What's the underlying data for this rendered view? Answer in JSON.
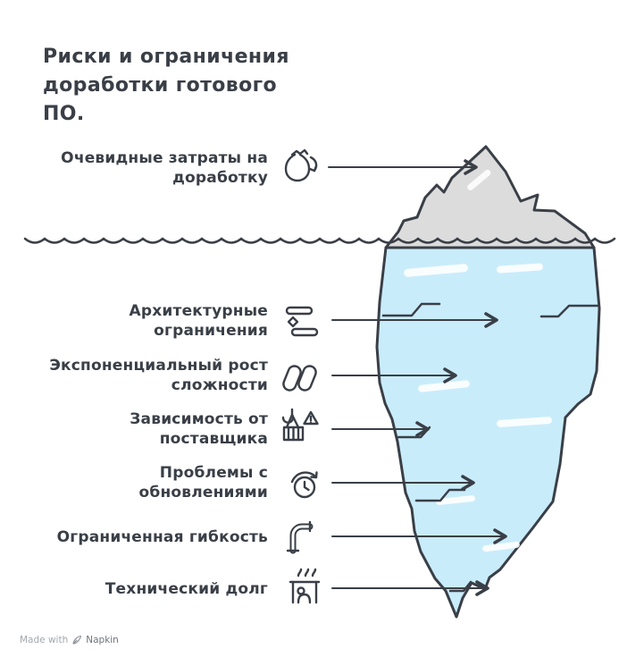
{
  "title": "Риски и ограничения\nдоработки готового\nПО.",
  "labels": [
    {
      "text": "Очевидные затраты на\nдоработку",
      "icon": "money-bag-icon"
    },
    {
      "text": "Архитектурные\nограничения",
      "icon": "sliders-icon"
    },
    {
      "text": "Экспоненциальный рост\nсложности",
      "icon": "capsules-icon"
    },
    {
      "text": "Зависимость от\nпоставщика",
      "icon": "crane-warning-icon"
    },
    {
      "text": "Проблемы с\nобновлениями",
      "icon": "update-cycle-icon"
    },
    {
      "text": "Ограниченная гибкость",
      "icon": "bent-pipe-icon"
    },
    {
      "text": "Технический долг",
      "icon": "desk-figure-icon"
    }
  ],
  "footer": {
    "made_with": "Made with",
    "brand": "Napkin"
  },
  "colors": {
    "ink": "#3a3f47",
    "iceberg_underwater": "#c9ecfb",
    "iceberg_above_water": "#dcdcdc",
    "background": "#ffffff"
  }
}
